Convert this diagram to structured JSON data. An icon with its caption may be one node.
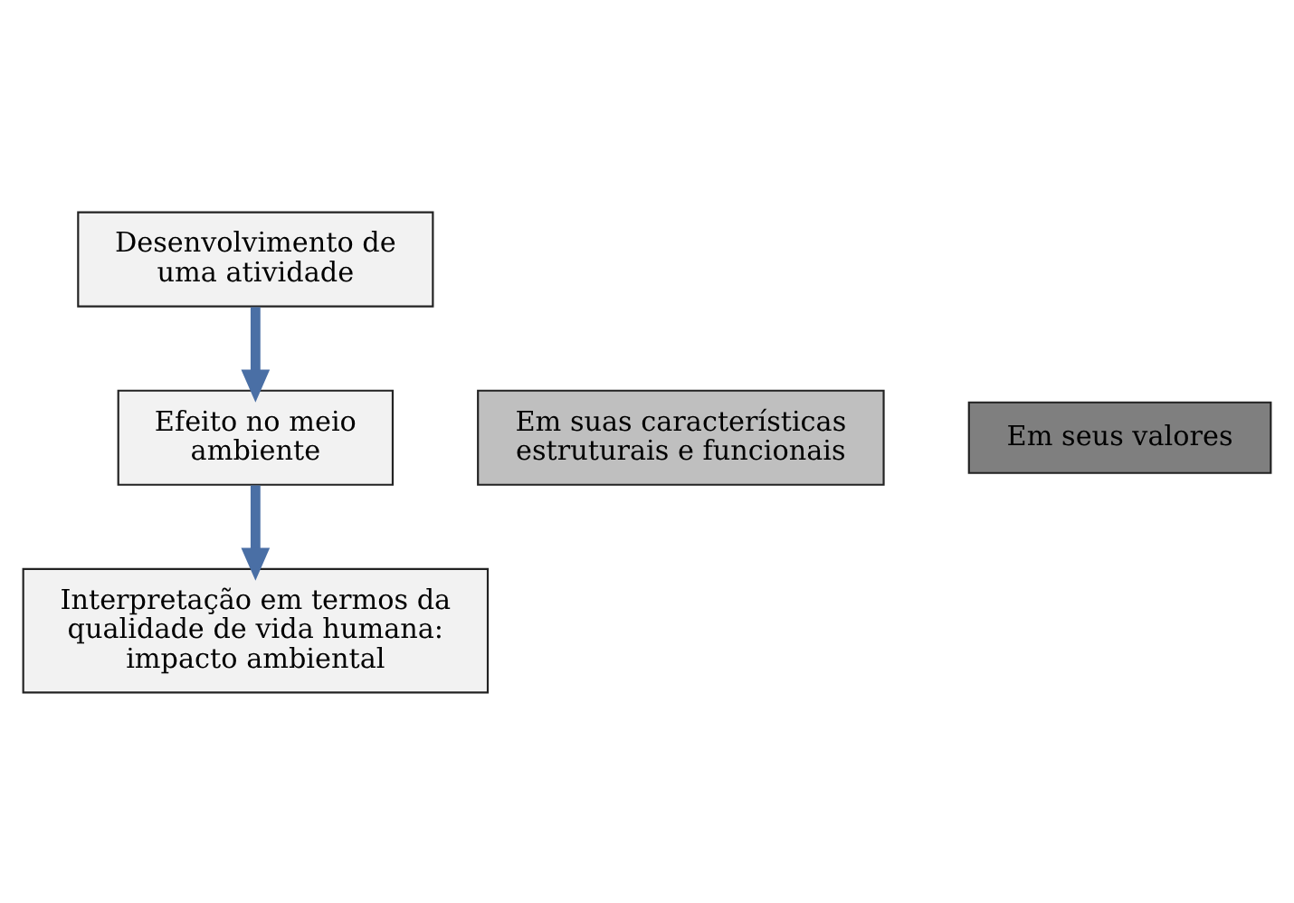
{
  "diagram": {
    "nodes": [
      {
        "text": [
          "Desenvolvimento de uma atividade"
        ]
      },
      {
        "text": [
          "Efeito no meio ambiente"
        ]
      },
      {
        "text": [
          "Em suas características estruturais e funcionais"
        ]
      },
      {
        "text": [
          "Em seus valores"
        ]
      },
      {
        "text": [
          "Interpretação em termos da qualidade de vida humana: impacto ambiental"
        ]
      }
    ],
    "edges": [
      {
        "from": 0,
        "to": 1,
        "arrow": "to"
      },
      {
        "from": 1,
        "to": 4,
        "arrow": "to"
      }
    ]
  }
}
